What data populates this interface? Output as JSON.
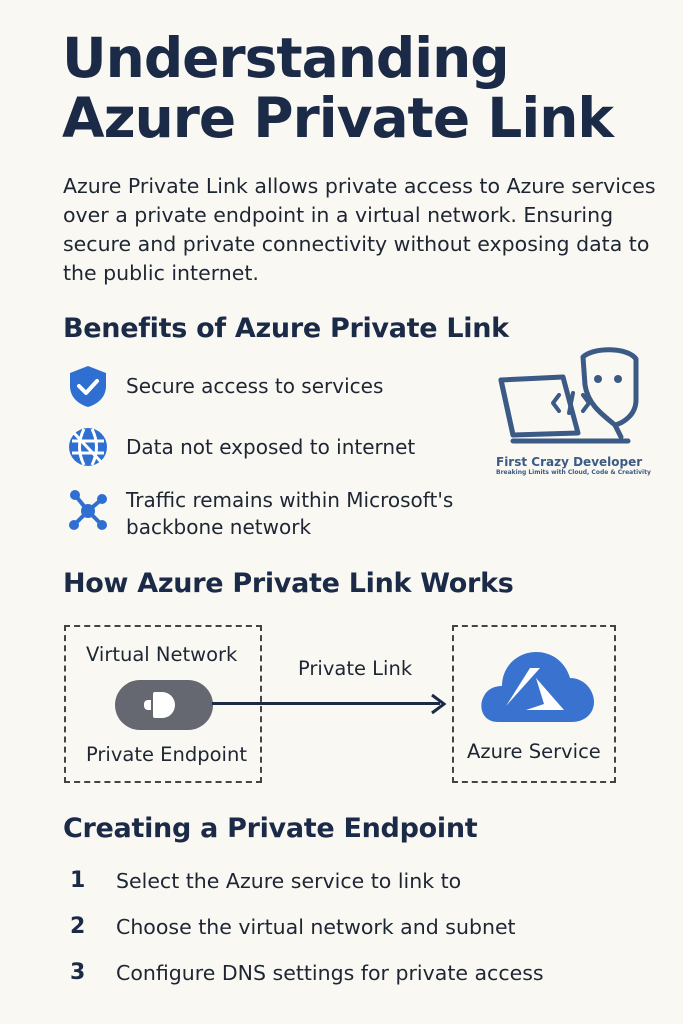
{
  "title_line1": "Understanding",
  "title_line2": "Azure Private Link",
  "intro": {
    "bold": "Azure Private Link",
    "rest": " allows private access to Azure services over a private endpoint in a virtual network. Ensuring secure and private connectivity without exposing data to the public internet."
  },
  "benefits": {
    "heading": "Benefits of Azure Private Link",
    "items": [
      {
        "icon": "shield-check-icon",
        "label": "Secure access to services"
      },
      {
        "icon": "globe-icon",
        "label": "Data not exposed to internet"
      },
      {
        "icon": "network-hub-icon",
        "label": "Traffic remains within Microsoft's backbone network"
      }
    ]
  },
  "logo": {
    "name": "First Crazy Developer",
    "tagline": "Breaking Limits with Cloud, Code & Creativity"
  },
  "how": {
    "heading": "How Azure Private Link Works",
    "vnet": "Virtual Network",
    "endpoint": "Private Endpoint",
    "link": "Private Link",
    "service": "Azure Service"
  },
  "creating": {
    "heading": "Creating a Private Endpoint",
    "steps": [
      {
        "n": "1",
        "text": "Select the Azure service to link to"
      },
      {
        "n": "2",
        "text": "Choose the virtual network and subnet"
      },
      {
        "n": "3",
        "text": "Configure DNS settings for private access"
      }
    ]
  },
  "colors": {
    "navy": "#1b2a47",
    "blue": "#2f6fd1",
    "bg": "#faf8f3"
  }
}
